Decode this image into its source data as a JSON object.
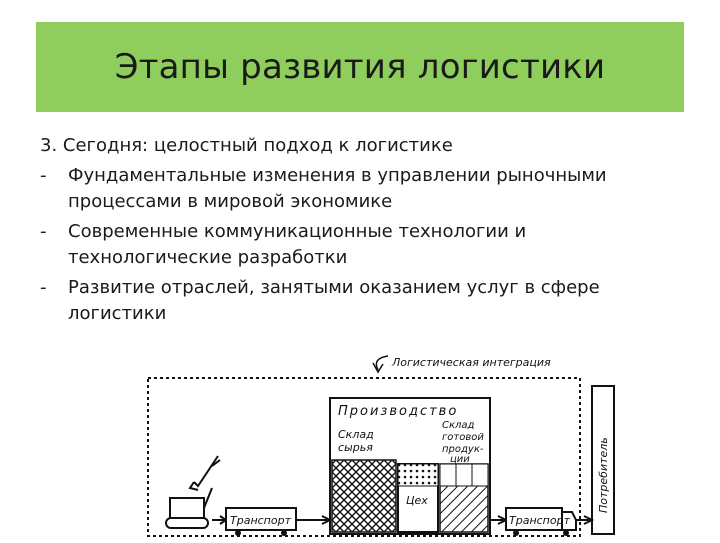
{
  "slide": {
    "title": "Этапы развития логистики",
    "heading": "3. Сегодня: целостный подход к логистике",
    "bullets": [
      "Фундаментальные изменения в управлении рыночными процессами в мировой экономике",
      "Современные коммуникационные технологии и технологические разработки",
      "Развитие отраслей, занятыми оказанием услуг в сфере логистики"
    ],
    "bullet_marker": "-"
  },
  "diagram": {
    "integration_label": "Логистическая интеграция",
    "production_label": "Производство",
    "raw_warehouse_line1": "Склад",
    "raw_warehouse_line2": "сырья",
    "product_warehouse_lines": [
      "Склад",
      "готовой",
      "продук-",
      "ции"
    ],
    "shop_label": "Цех",
    "transport_left_label": "Транспорт",
    "transport_right_label": "Транспорт",
    "consumer_label": "Потребитель"
  }
}
